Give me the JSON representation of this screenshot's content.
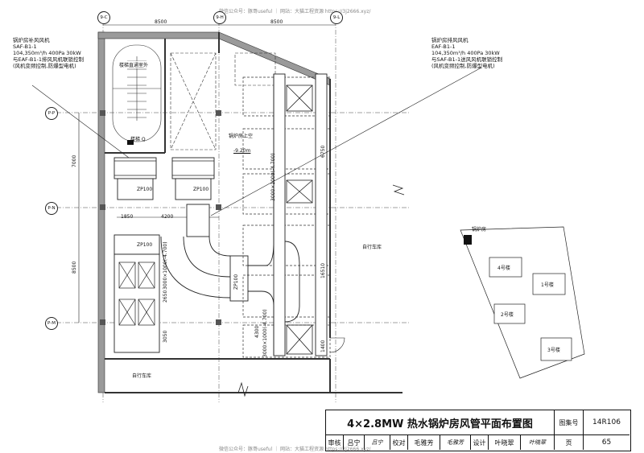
{
  "watermark_top": "微信公众号：豚哥useful ｜ 网站：大猫工程资源 https://3j2666.xyz/",
  "watermark_bottom": "微信公众号：豚哥useful ｜ 网站：大猫工程资源 https://3j2666.xyz/",
  "axes": {
    "c": "9-C",
    "h": "9-H",
    "l": "9-L",
    "p": "P-P",
    "n": "P-N",
    "m": "P-M"
  },
  "dims": {
    "top_left": "8500",
    "top_right": "8500",
    "left_upper": "7000",
    "left_lower": "8500",
    "d1850": "1850",
    "d4200": "4200",
    "d2650": "2650",
    "d3050": "3050",
    "d4300": "4300",
    "d6750": "6750",
    "d16510": "16510",
    "d1400": "1400"
  },
  "labels": {
    "supply_fan_title": "锅炉房补风风机",
    "supply_fan_code": "SAF-B1-1",
    "supply_fan_spec": "104,350m³/h 400Pa 30kW",
    "supply_fan_link": "与EAF-B1-1排风风机联锁控制",
    "supply_fan_note": "(风机变频控制,防爆型电机)",
    "exhaust_fan_title": "锅炉房排风风机",
    "exhaust_fan_code": "EAF-B1-1",
    "exhaust_fan_spec": "104,350m³/h 400Pa 30kW",
    "exhaust_fan_link": "与SAF-B1-1送风风机联锁控制",
    "exhaust_fan_note": "(风机变频控制,防爆型电机)",
    "stair": "楼梯直通室外",
    "boiler_above": "锅炉房上空",
    "elev": "-9.20m",
    "bike_right": "自行车库",
    "bike_bottom": "自行车库",
    "zp1": "ZP100",
    "zp2": "ZP100",
    "zp3": "ZP100",
    "zp4": "ZP100",
    "duct_v1": "3000×1000(-4.700)",
    "duct_v2": "3000×1000(-4.700)",
    "duct_v3": "3000×1000(-4.700)",
    "stair_q": "楼梯 Q"
  },
  "keyplan": {
    "boiler": "锅炉房",
    "b4": "4号楼",
    "b1": "1号楼",
    "b2": "2号楼",
    "b3": "3号楼"
  },
  "title_block": {
    "title": "4×2.8MW 热水锅炉房风管平面布置图",
    "atlas_label": "图集号",
    "atlas_no": "14R106",
    "review_label": "审核",
    "review_name": "吕宁",
    "review_sig": "吕宁",
    "check_label": "校对",
    "check_name": "毛雅芳",
    "check_sig": "毛雅芳",
    "design_label": "设计",
    "design_name": "叶晓翠",
    "design_sig": "叶晓翠",
    "page_label": "页",
    "page_no": "65"
  }
}
